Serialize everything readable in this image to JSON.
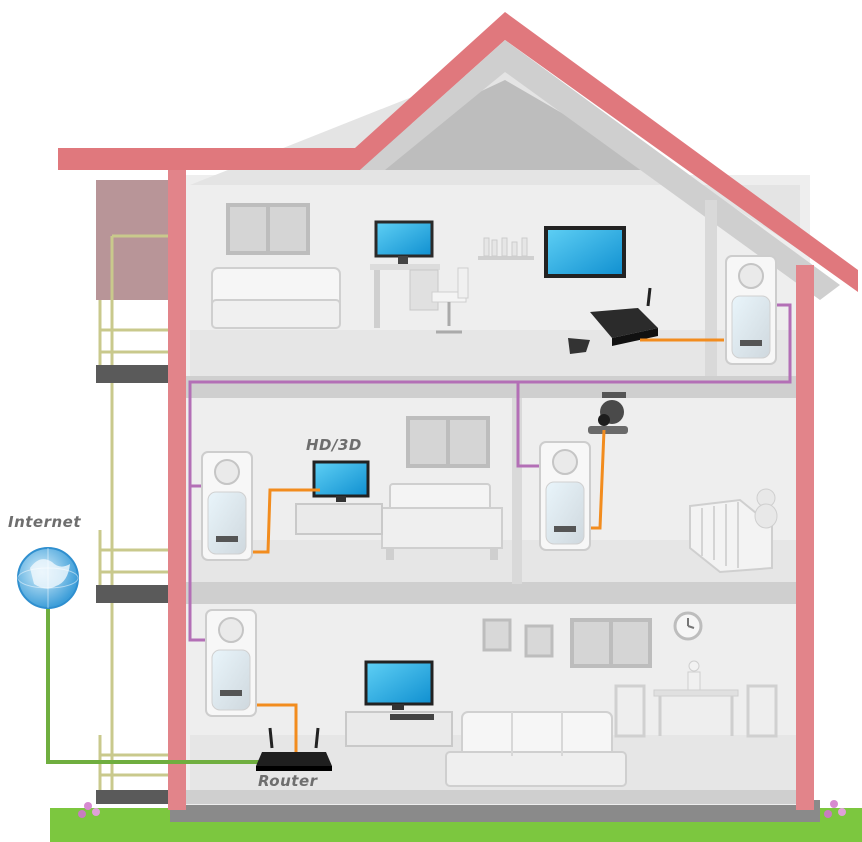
{
  "labels": {
    "internet": "Internet",
    "hd3d": "HD/3D",
    "router": "Router"
  },
  "colors": {
    "roof": "#e0787d",
    "wall": "#e2848a",
    "interior": "#eeeeee",
    "floor": "#cfcfcf",
    "slab": "#4d4d4d",
    "powerline": "#b36fb6",
    "ethernet": "#f28c1e",
    "internet_line": "#6fae3f",
    "grass": "#7cc73f",
    "screen": "#1aa6e0",
    "balcony_rail": "#c9c98c"
  }
}
